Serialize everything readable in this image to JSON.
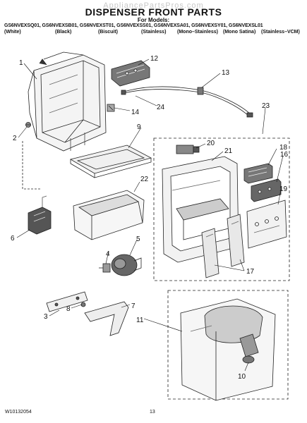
{
  "header": {
    "watermark": "AppliancePartsPros.com",
    "title": "DISPENSER FRONT PARTS",
    "for_models_label": "For Models:",
    "models_line": "GS6NVEXSQ01, GS6NVEXSB01, GS6NVEXST01, GS6NVEXSS01, GS6NVEXSA01, GS6NVEXSY01, GS6NVEXSL01",
    "colors": [
      "(White)",
      "(Black)",
      "(Biscuit)",
      "(Stainless)",
      "(Mono–Stainless)",
      "(Mono Satina)",
      "(Stainless–VCM)"
    ]
  },
  "callouts": [
    "1",
    "2",
    "3",
    "4",
    "5",
    "6",
    "7",
    "8",
    "9",
    "10",
    "11",
    "12",
    "13",
    "14",
    "16",
    "17",
    "18",
    "19",
    "20",
    "21",
    "22",
    "23",
    "24"
  ],
  "footer": {
    "doc_number": "W10132054",
    "page_number": "13"
  }
}
